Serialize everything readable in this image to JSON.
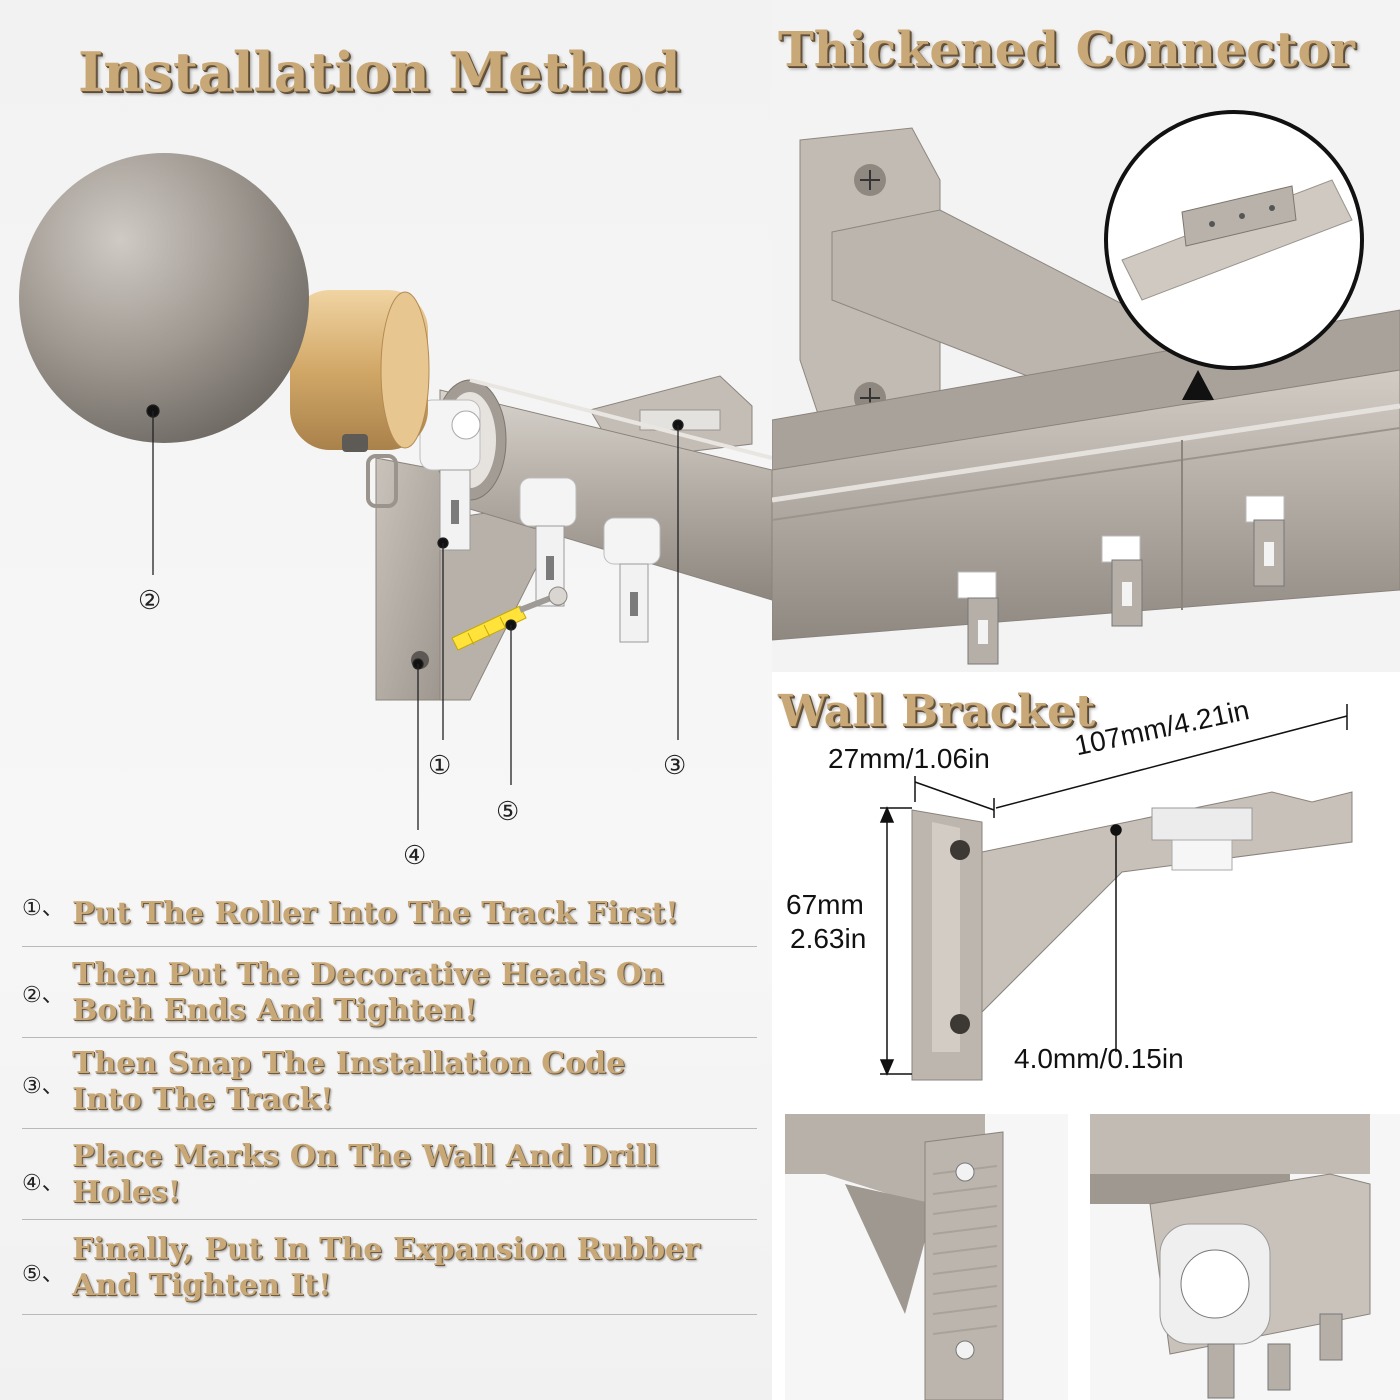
{
  "installation": {
    "title": "Installation Method",
    "callouts": [
      "②",
      "①",
      "③",
      "⑤",
      "④"
    ],
    "steps": [
      {
        "num": "①、",
        "lines": [
          "Put The Roller Into The Track First!"
        ]
      },
      {
        "num": "②、",
        "lines": [
          "Then Put The Decorative Heads On",
          "Both Ends And Tighten!"
        ]
      },
      {
        "num": "③、",
        "lines": [
          "Then Snap The Installation Code",
          "Into The Track!"
        ]
      },
      {
        "num": "④、",
        "lines": [
          "Place Marks On The Wall And Drill",
          "Holes!"
        ]
      },
      {
        "num": "⑤、",
        "lines": [
          "Finally, Put In The Expansion Rubber",
          "And Tighten It!"
        ]
      }
    ]
  },
  "connector": {
    "title": "Thickened  Connector"
  },
  "wall_bracket": {
    "title": "Wall Bracket",
    "dim_depth": "27mm/1.06in",
    "dim_length": "107mm/4.21in",
    "dim_height_mm": "67mm",
    "dim_height_in": "2.63in",
    "dim_thickness": "4.0mm/0.15in"
  },
  "colors": {
    "title_gold": "#c9a878",
    "metal": "#b5aea6",
    "finial_gold": "#d9b27a"
  },
  "icons": [
    "ball-finial-icon",
    "bracket-icon",
    "roller-hook-icon",
    "expansion-anchor-icon",
    "screw-icon",
    "magnifier-circle-icon"
  ]
}
